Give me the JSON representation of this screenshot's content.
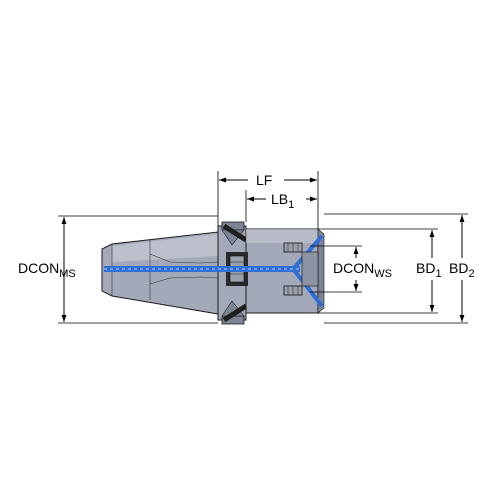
{
  "labels": {
    "lf": "LF",
    "lb": "LB",
    "lb_sub": "1",
    "dcon_ms": "DCON",
    "dcon_ms_sub": "MS",
    "dcon_ws": "DCON",
    "dcon_ws_sub": "WS",
    "bd1": "BD",
    "bd1_sub": "1",
    "bd2": "BD",
    "bd2_sub": "2"
  },
  "colors": {
    "body_fill": "#a3a9b8",
    "body_light": "#c6cad4",
    "body_dark": "#7d8496",
    "coolant_channel": "#2f6fd6",
    "drawbar_dark": "#1f1f1f"
  }
}
